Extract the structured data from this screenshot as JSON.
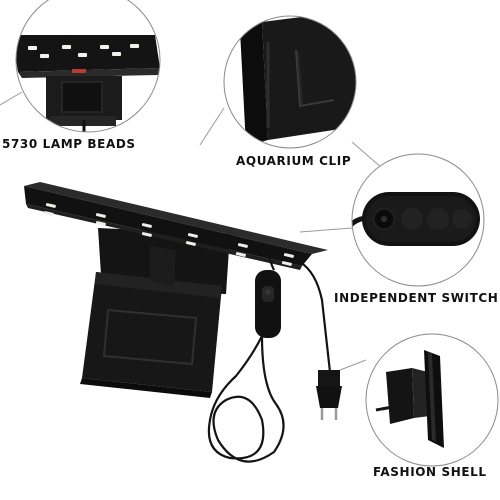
{
  "labels": {
    "lamp_beads": "5730 LAMP BEADS",
    "aquarium_clip": "AQUARIUM CLIP",
    "independent_switch": "INDEPENDENT SWITCH",
    "fashion_shell": "FASHION SHELL"
  },
  "colors": {
    "background": "#ffffff",
    "product_black": "#151515",
    "led": "#f2f2ea",
    "callout_line": "#9a9a9a",
    "circle_border": "#8a8a8a"
  }
}
